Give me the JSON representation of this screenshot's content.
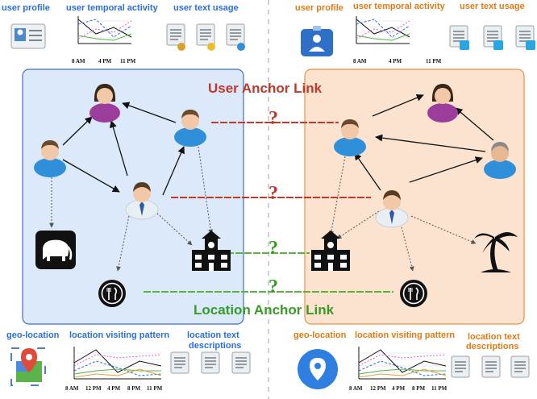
{
  "left_network": {
    "user_profile": "user profile",
    "user_temporal_activity": "user temporal activity",
    "user_text_usage": "user text usage",
    "time_ticks": [
      "8 AM",
      "4 PM",
      "11 PM"
    ],
    "geo_location": "geo-location",
    "location_visiting_pattern": "location visiting pattern",
    "location_text_descriptions_line1": "location text",
    "location_text_descriptions_line2": "descriptions",
    "location_time_ticks": [
      "8 AM",
      "12 PM",
      "4 PM",
      "8 PM",
      "11 PM"
    ]
  },
  "right_network": {
    "user_profile": "user profile",
    "user_temporal_activity": "user temporal activity",
    "user_text_usage": "user text usage",
    "time_ticks": [
      "8 AM",
      "4 PM",
      "11 PM"
    ],
    "geo_location": "geo-location",
    "location_visiting_pattern": "location visiting pattern",
    "location_text_descriptions_line1": "location text",
    "location_text_descriptions_line2": "descriptions",
    "location_time_ticks": [
      "8 AM",
      "12 PM",
      "4 PM",
      "8 PM",
      "11 PM"
    ]
  },
  "anchors": {
    "user_anchor_link": "User Anchor Link",
    "location_anchor_link": "Location Anchor Link",
    "unknown_mark": "?"
  },
  "colors": {
    "left_panel_fill": "#dce9fb",
    "left_panel_stroke": "#3b6fd0",
    "right_panel_fill": "#fbe3cf",
    "right_panel_stroke": "#e69248",
    "user_anchor_line": "#c0392b",
    "location_anchor_line": "#5bb33a"
  }
}
